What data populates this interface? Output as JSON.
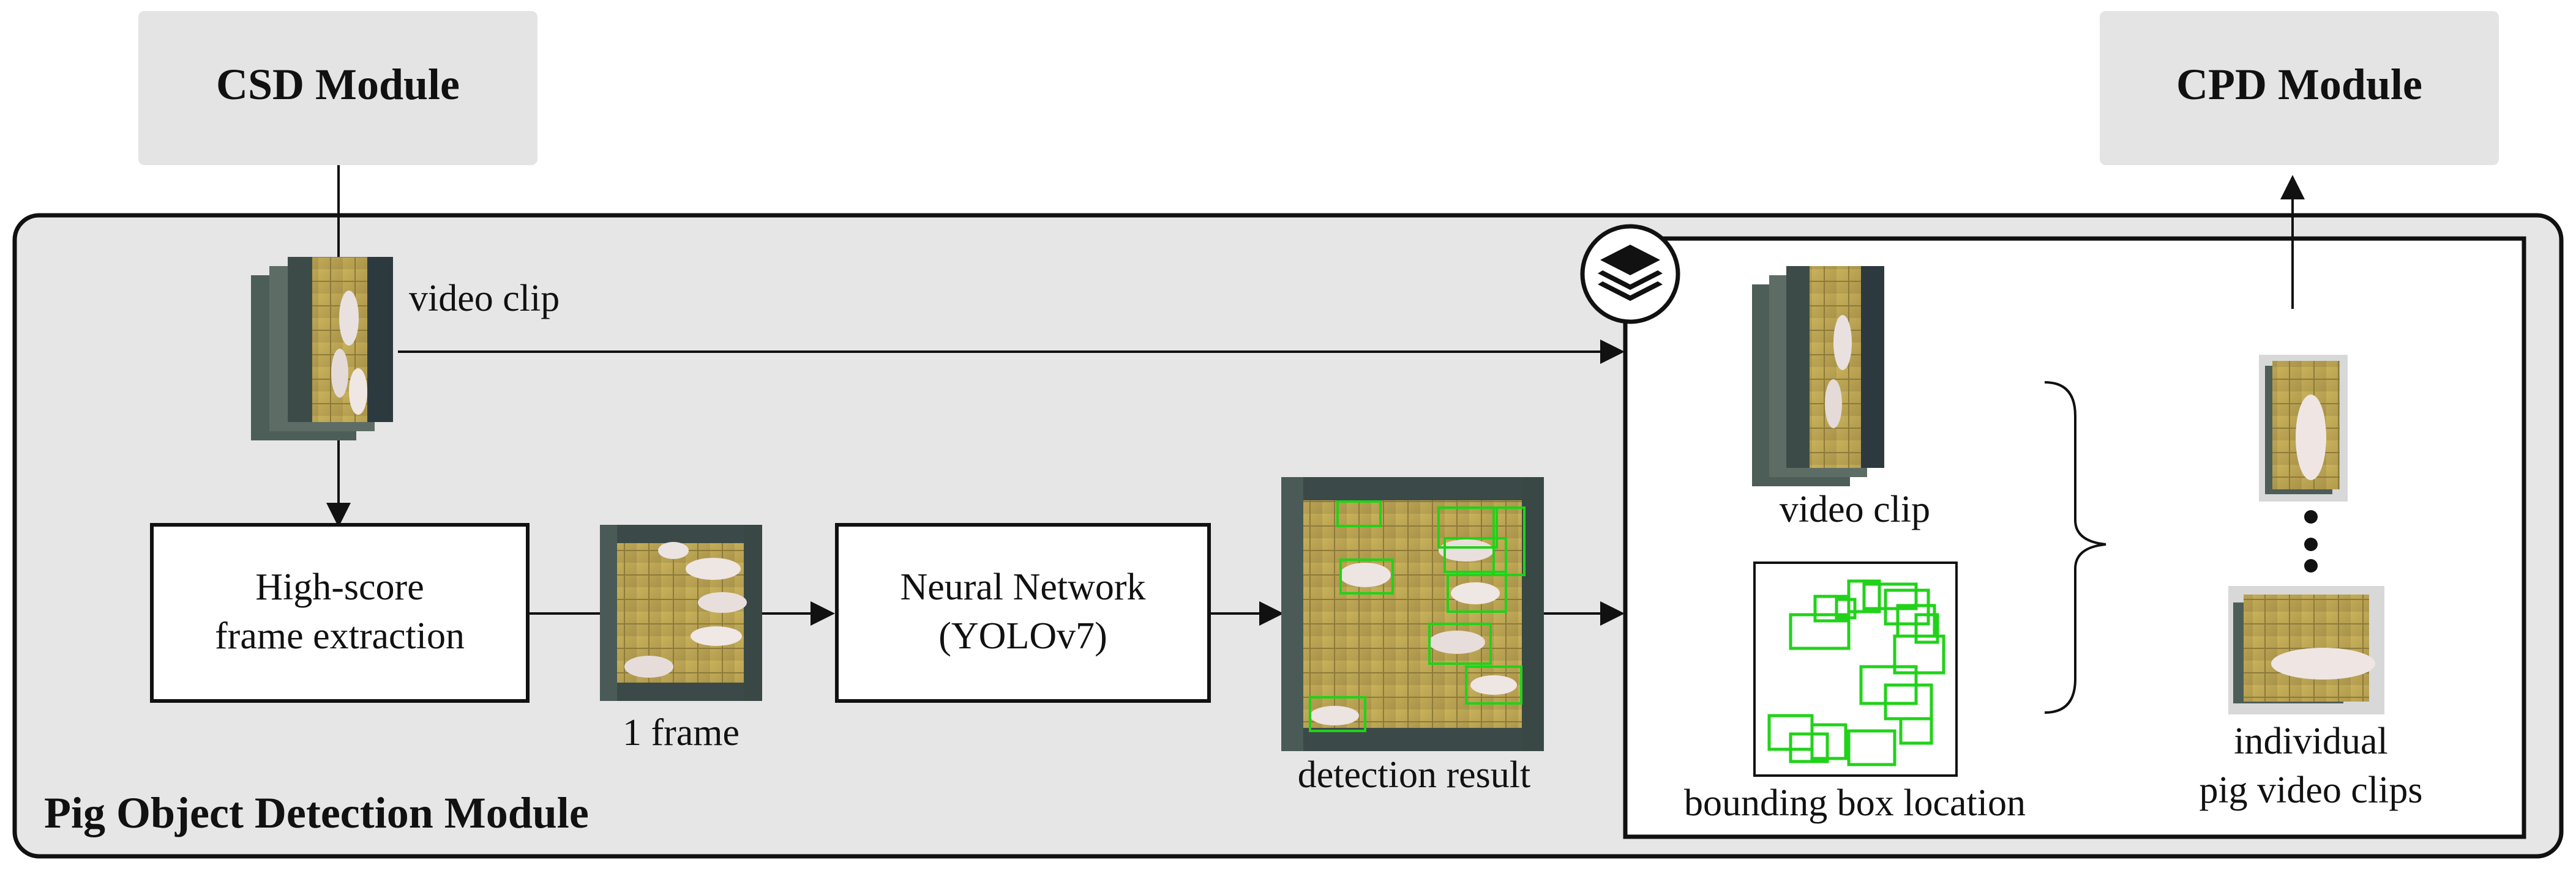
{
  "modules": {
    "csd": "CSD Module",
    "cpd": "CPD Module",
    "pig_detection": "Pig Object Detection Module"
  },
  "steps": {
    "frame_extraction_line1": "High-score",
    "frame_extraction_line2": "frame extraction",
    "neural_net_line1": "Neural Network",
    "neural_net_line2": "(YOLOv7)"
  },
  "labels": {
    "video_clip_input": "video clip",
    "one_frame": "1 frame",
    "detection_result": "detection result",
    "video_clip_output": "video clip",
    "bounding_box_location": "bounding box location",
    "individual_line1": "individual",
    "individual_line2": "pig video clips"
  },
  "icons": {
    "layers": "layers-icon",
    "ellipsis": "vertical-ellipsis-icon"
  },
  "colors": {
    "module_box_fill": "#e4e4e4",
    "detection_box_green": "#21d21a"
  }
}
